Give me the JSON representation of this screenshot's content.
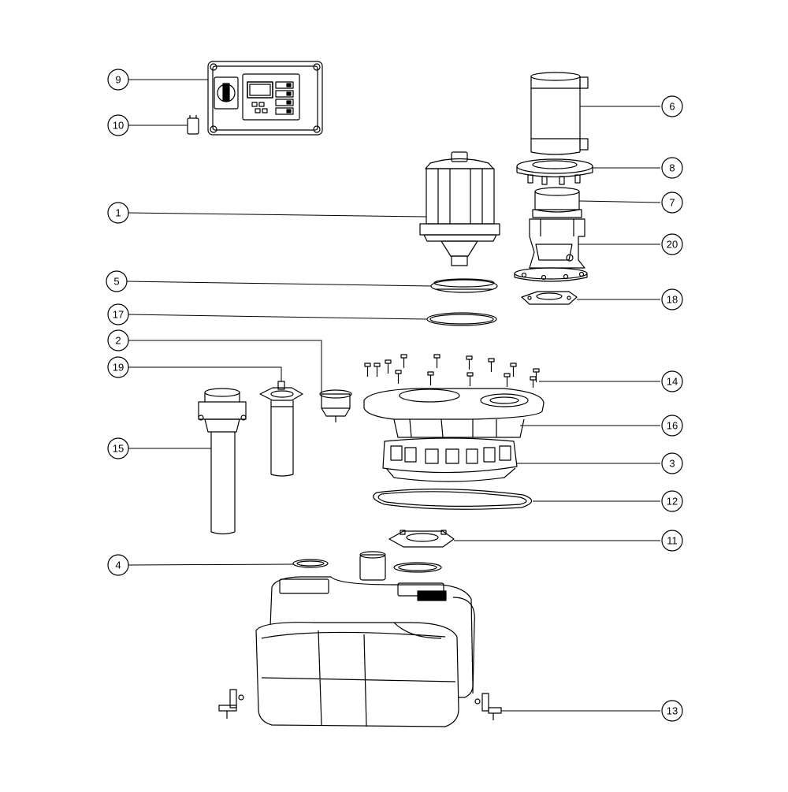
{
  "diagram": {
    "callouts": [
      {
        "id": "c9",
        "label": "9"
      },
      {
        "id": "c10",
        "label": "10"
      },
      {
        "id": "c1",
        "label": "1"
      },
      {
        "id": "c5",
        "label": "5"
      },
      {
        "id": "c17",
        "label": "17"
      },
      {
        "id": "c2",
        "label": "2"
      },
      {
        "id": "c19",
        "label": "19"
      },
      {
        "id": "c15",
        "label": "15"
      },
      {
        "id": "c4",
        "label": "4"
      },
      {
        "id": "c6",
        "label": "6"
      },
      {
        "id": "c8",
        "label": "8"
      },
      {
        "id": "c7",
        "label": "7"
      },
      {
        "id": "c20",
        "label": "20"
      },
      {
        "id": "c18",
        "label": "18"
      },
      {
        "id": "c14",
        "label": "14"
      },
      {
        "id": "c16",
        "label": "16"
      },
      {
        "id": "c3",
        "label": "3"
      },
      {
        "id": "c12",
        "label": "12"
      },
      {
        "id": "c11",
        "label": "11"
      },
      {
        "id": "c13",
        "label": "13"
      }
    ]
  }
}
